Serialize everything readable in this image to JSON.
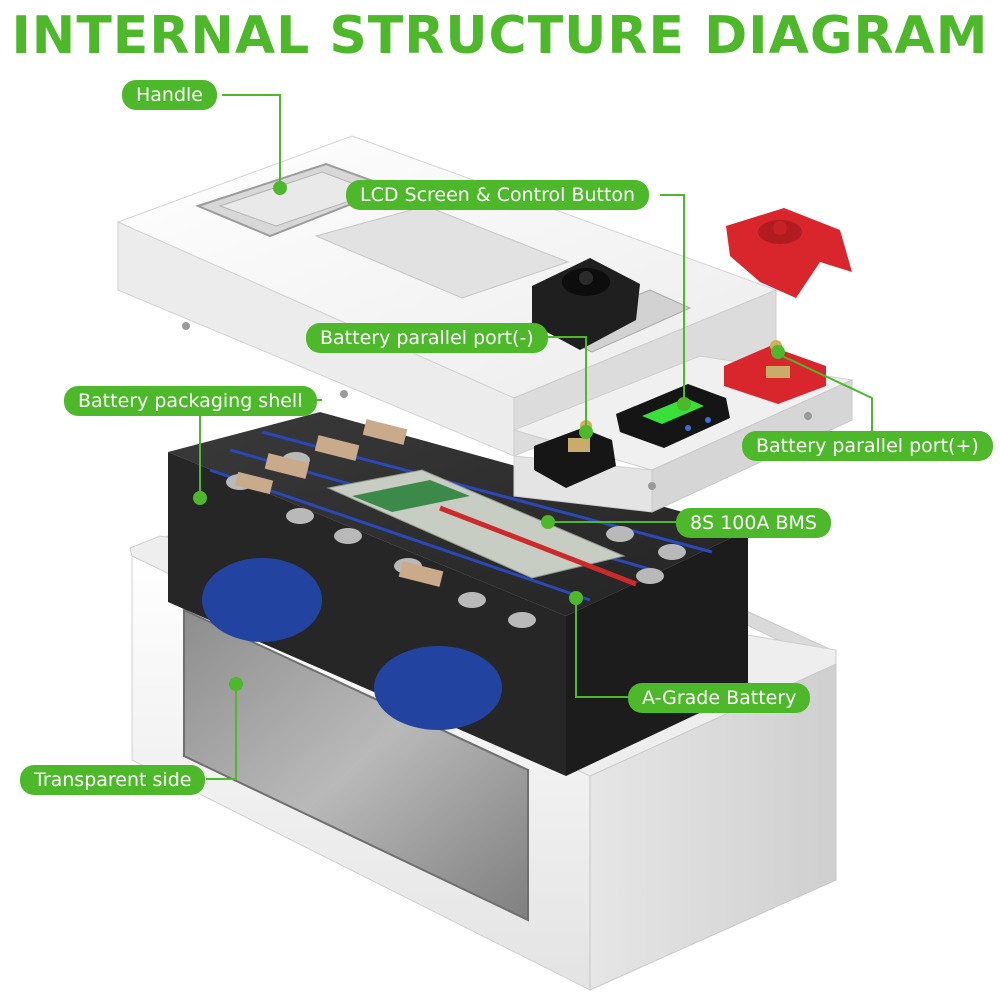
{
  "title": "INTERNAL STRUCTURE DIAGRAM",
  "colors": {
    "accent": "#4cb82a",
    "title": "#4cb82a",
    "terminal_red": "#d8262c",
    "shell_white": "#f3f3f3",
    "cells_dark": "#2a2a2a",
    "lcd_green": "#39e03a"
  },
  "labels": {
    "handle": "Handle",
    "lcd": "LCD Screen & Control Button",
    "parallel_neg": "Battery parallel port(-)",
    "packaging_shell": "Battery packaging shell",
    "parallel_pos": "Battery parallel port(+)",
    "bms": "8S 100A BMS",
    "a_grade": "A-Grade Battery",
    "transparent": "Transparent side"
  }
}
